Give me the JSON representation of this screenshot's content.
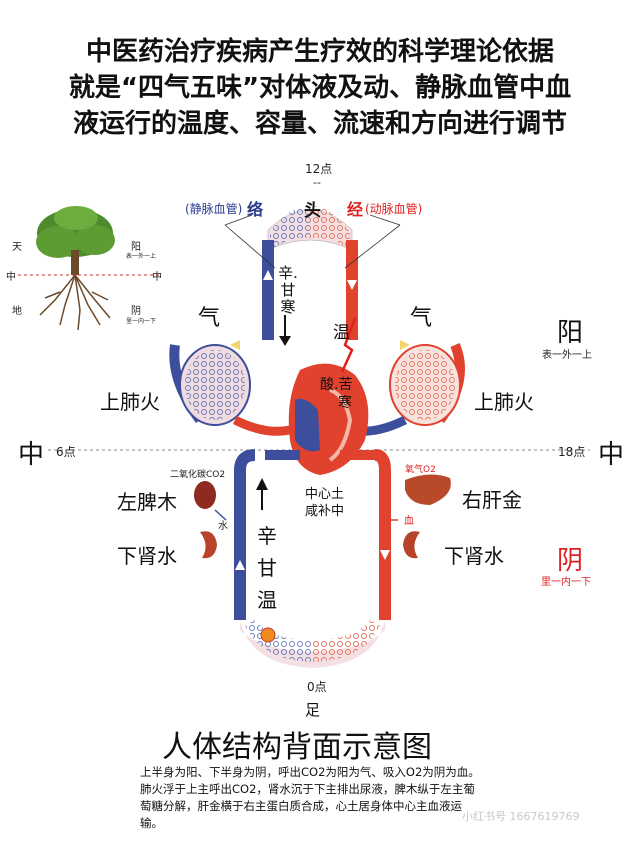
{
  "title": {
    "line1": "中医药治疗疾病产生疗效的科学理论依据",
    "line2": "就是“四气五味”对体液及动、静脉血管中血",
    "line3": "液运行的温度、容量、流速和方向进行调节"
  },
  "clock": {
    "top": "12点",
    "top_mark": "--",
    "left": "6点",
    "right": "18点",
    "bottom": "0点"
  },
  "head": "头",
  "foot": "足",
  "vein_label_prefix": "(静脉血管)",
  "vein_label_main": "络",
  "artery_label_main": "经",
  "artery_label_suffix": "(动脉血管)",
  "tree": {
    "heaven": "天",
    "middle": "中",
    "earth": "地",
    "yang": "阳",
    "yang_sub": "表一外一上",
    "center": "中",
    "yin": "阴",
    "yin_sub": "里一内一下"
  },
  "qi_left": "气",
  "qi_right": "气",
  "yang_big": "阳",
  "yang_big_sub": "表一外一上",
  "yin_big": "阴",
  "yin_big_sub": "里一内一下",
  "zhong_left": "中",
  "zhong_right": "中",
  "top_flavor": {
    "line1": "辛.",
    "line2": "甘",
    "line3": "寒"
  },
  "wen_top": "温",
  "heart_flavor": {
    "line1": "酸.苦",
    "line2": "寒"
  },
  "lung_left": "上肺火",
  "lung_right": "上肺火",
  "co2_label": "二氧化碳CO2",
  "o2_label": "氧气O2",
  "spleen": "左脾木",
  "water": "水",
  "blood": "血",
  "liver": "右肝金",
  "kidney_left": "下肾水",
  "kidney_right": "下肾水",
  "center_heart": {
    "line1": "中心土",
    "line2": "咸补中"
  },
  "bottom_flavor": {
    "line1": "辛",
    "line2": "甘",
    "line3": "温"
  },
  "subtitle": "人体结构背面示意图",
  "caption": "上半身为阳、下半身为阴，呼出CO2为阳为气、吸入O2为阴为血。肺火浮于上主呼出CO2，肾水沉于下主排出尿液，脾木纵于左主葡萄糖分解，肝金横于右主蛋白质合成，心土居身体中心主血液运输。",
  "watermark": "小红书号 1667619769",
  "colors": {
    "vein": "#3d4f9c",
    "artery": "#e0422e",
    "accent_red": "#d22222"
  }
}
